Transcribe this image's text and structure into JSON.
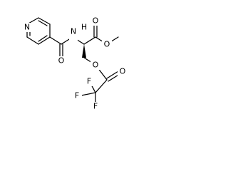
{
  "structure": {
    "atoms": {
      "pyridine_nitrogen": "N",
      "amide_nitrogen_h": "H",
      "amide_nitrogen": "N",
      "amide_oxygen": "O",
      "ester_carbonyl_oxygen": "O",
      "ester_oxygen": "O",
      "serine_oxygen": "O",
      "trifluoroacetyl_carbonyl_oxygen": "O",
      "fluorine_top": "F",
      "fluorine_left": "F",
      "fluorine_bottom": "F"
    },
    "stereo_bond": "wedge"
  }
}
